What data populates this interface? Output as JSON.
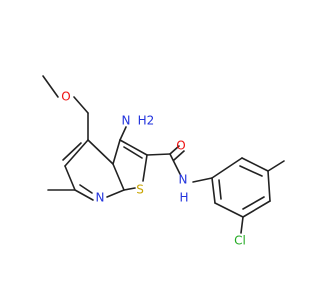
{
  "molecule": {
    "colors": {
      "bond": "#222222",
      "N": "#2233dd",
      "O": "#ee1111",
      "S": "#c8a400",
      "Cl": "#22aa22"
    },
    "labels": {
      "amino_N": "N",
      "amino_H2": "H2",
      "ether_O": "O",
      "carbonyl_O": "O",
      "pyridine_N": "N",
      "thiophene_S": "S",
      "amide_N": "N",
      "amide_H": "H",
      "chlorine": "Cl"
    }
  }
}
